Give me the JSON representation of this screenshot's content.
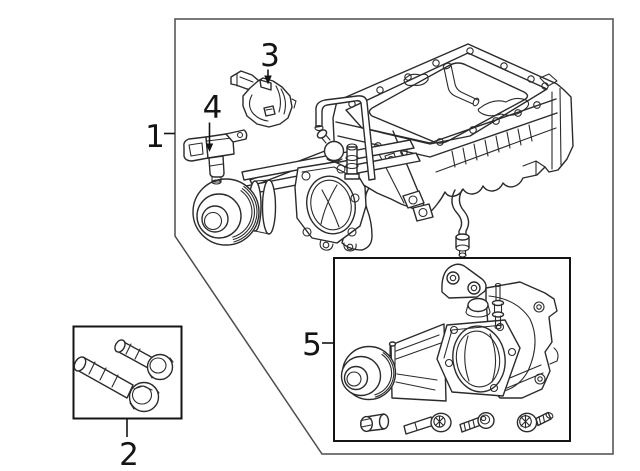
{
  "diagram": {
    "callouts": [
      {
        "number": "1",
        "part_icon": "supercharger-assembly-drawing"
      },
      {
        "number": "2",
        "part_icon": "mounting-bolts-drawing"
      },
      {
        "number": "3",
        "part_icon": "support-bracket-drawing"
      },
      {
        "number": "4",
        "part_icon": "sensor-drawing"
      },
      {
        "number": "5",
        "part_icon": "front-cover-assembly-drawing"
      }
    ],
    "colors": {
      "background": "#ffffff",
      "line_art": "#2b2b2b",
      "assembly_box_border": "#4d4d4d",
      "detail_box_border": "#141414",
      "label_text": "#141414"
    }
  }
}
